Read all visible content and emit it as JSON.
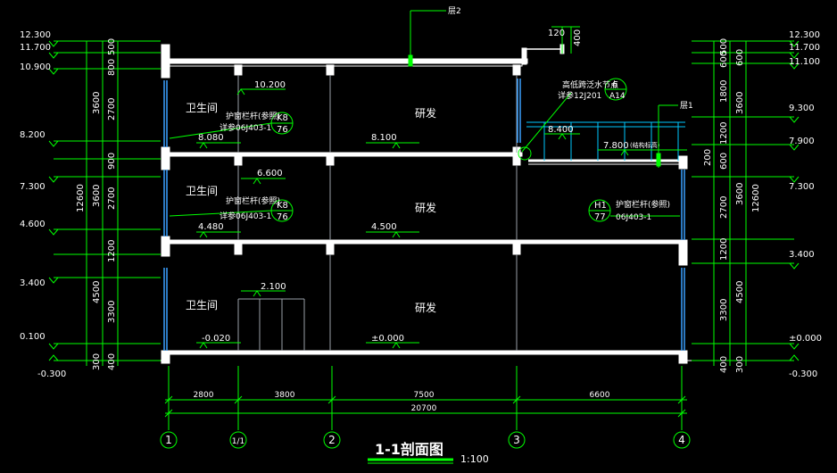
{
  "drawing": {
    "title": "1-1剖面图",
    "scale": "1:100",
    "colors": {
      "background": "#000000",
      "wall": "#ffffff",
      "dimension": "#00ff00",
      "label": "#ffffff",
      "glass": "#3aa0ff",
      "railing": "#00c8ff",
      "callout": "#00ff00"
    },
    "left_elevations": [
      "12.300",
      "11.700",
      "10.900",
      "8.200",
      "7.300",
      "4.600",
      "3.400",
      "0.100",
      "-0.300"
    ],
    "right_elevations": [
      "12.300",
      "11.700",
      "11.100",
      "9.300",
      "7.900",
      "7.300",
      "3.400",
      "±0.000",
      "-0.300"
    ],
    "left_dims_inner": [
      "500",
      "800",
      "2700",
      "900",
      "2700",
      "1200",
      "3300",
      "400"
    ],
    "left_dims_outer": [
      "3600",
      "3600",
      "4500",
      "300"
    ],
    "left_dims_total": "12600",
    "right_dims_inner": [
      "500",
      "600",
      "1800",
      "1200",
      "600",
      "2700",
      "1200",
      "3300",
      "400"
    ],
    "right_dims_outer": [
      "600",
      "3600",
      "3600",
      "4500",
      "300"
    ],
    "right_dims_total": "12600",
    "right_dims_small": "200",
    "axis_dims": [
      "2800",
      "3800",
      "7500",
      "6600"
    ],
    "axis_total": "20700",
    "axes": [
      "1",
      "1/1",
      "2",
      "3",
      "4"
    ],
    "rooms": [
      "卫生间",
      "研发",
      "卫生间",
      "研发",
      "卫生间",
      "研发"
    ],
    "floor_levels": [
      "10.200",
      "8.080",
      "8.100",
      "8.400",
      "7.800",
      "(结构标高)",
      "6.600",
      "4.480",
      "4.500",
      "2.100",
      "-0.020",
      "±0.000"
    ],
    "annotations": {
      "railing_a": "护窗栏杆(参照)",
      "railing_a_ref": "详参06J403-1",
      "railing_b": "护窗栏杆(参照)",
      "railing_b_ref": "详参06J403-1",
      "railing_c": "护窗栏杆(参照)",
      "railing_c_ref": "06J403-1",
      "callout_k8": "K8",
      "callout_76": "76",
      "callout_h1": "H1",
      "callout_77": "77",
      "drain_note": "高低跨泛水节点",
      "drain_ref": "详参12J201",
      "callout_6": "6",
      "callout_a14": "A14",
      "layer2": "层2",
      "layer1": "层1",
      "parapet_width": "120",
      "parapet_height": "400"
    }
  }
}
